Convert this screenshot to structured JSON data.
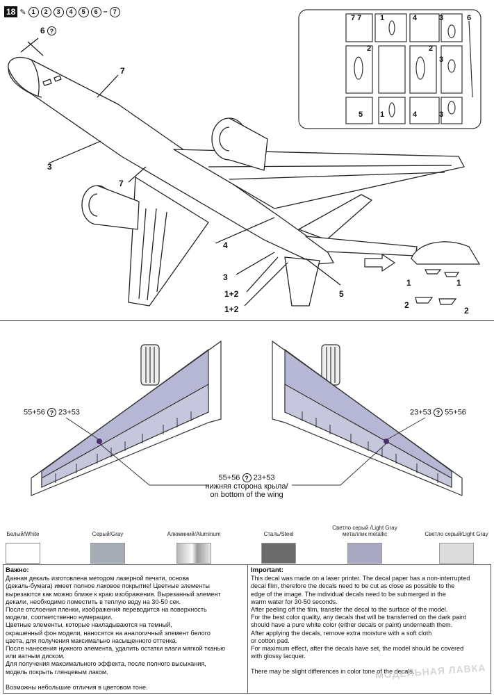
{
  "header": {
    "step": "18",
    "steps": [
      "1",
      "2",
      "3",
      "4",
      "5",
      "6",
      "7"
    ],
    "dash": "–"
  },
  "top_callouts": {
    "c6": "6",
    "c7a": "7",
    "c3a": "3",
    "c7b": "7",
    "c4": "4",
    "c3b": "3",
    "c12a": "1+2",
    "c12b": "1+2",
    "c5": "5",
    "p1a": "1",
    "p1b": "1",
    "p2a": "2",
    "p2b": "2"
  },
  "sprue_labels": {
    "s77": "7 7",
    "s1a": "1",
    "s4a": "4",
    "s3a": "3",
    "s6": "6",
    "s2a": "2",
    "s2b": "2",
    "s3b": "3",
    "s5": "5",
    "s1b": "1",
    "s4b": "4",
    "s3c": "3"
  },
  "wings": {
    "left_label_a": "55+56",
    "left_label_b": "23+53",
    "right_label_a": "23+53",
    "right_label_b": "55+56",
    "bottom_a": "55+56",
    "bottom_b": "23+53",
    "bottom_ru": "нижняя сторона крыла/",
    "bottom_en": "on bottom of the wing",
    "q": "?"
  },
  "swatches": [
    {
      "label": "Белый/White",
      "color": "#ffffff"
    },
    {
      "label": "Серый/Gray",
      "color": "#a7adb5"
    },
    {
      "label": "Алюминий/Aluminum",
      "color": "#d9d9d9"
    },
    {
      "label": "Сталь/Steel",
      "color": "#6b6b6b"
    },
    {
      "label": "Светло серый /Light Gray металлик metallic",
      "color": "#a9a9c3"
    },
    {
      "label": "Светло серый/Light Gray",
      "color": "#dcdcdc"
    }
  ],
  "notes_ru": {
    "title": "Важно:",
    "lines": [
      "Данная декаль изготовлена методом лазерной печати, основа",
      "(декаль-бумага) имеет полное лаковое покрытие! Цветные элементы",
      "вырезаются как можно ближе к краю изображения. Вырезанный элемент",
      "декали, необходимо поместить в теплую воду на 30-50 сек.",
      "После отслоения пленки, изображения переводится на поверхность",
      "модели, соответственно нумерации.",
      "Цветные элементы, которые накладываются на темный,",
      "окрашенный фон модели, наносятся на аналогичный элемент белого",
      "цвета, для получения максимально насыщенного оттенка.",
      "После нанесения нужного элемента, удалить остатки влаги мягкой тканью",
      "или ватным диском.",
      "Для получения максимального эффекта, после полного высыхания,",
      "модель покрыть глянцевым лаком.",
      "",
      "Возможны небольшие отличия в цветовом тоне."
    ]
  },
  "notes_en": {
    "title": "Important:",
    "lines": [
      "This decal was made on a laser printer. The decal paper has a non-interrupted",
      "decal film, therefore the decals need to be cut as close as possible to the",
      "edge of the image. The individual decals need to be submerged in the",
      "warm water for 30-50 seconds.",
      "After peeling off the film, transfer the decal to the surface of the model.",
      "For the best color quality, any decals that will be transferred on the dark paint",
      "should have a pure white color (either decals or paint) underneath them.",
      "After applying the decals, remove extra moisture with a soft cloth",
      "or cotton pad.",
      "For maximum effect, after the decals have set, the model should be covered",
      "with glossy lacquer.",
      "",
      "There may be slight differences in color tone of the decals."
    ]
  },
  "watermark": "МОДЕЛЬНАЯ ЛАВКА"
}
